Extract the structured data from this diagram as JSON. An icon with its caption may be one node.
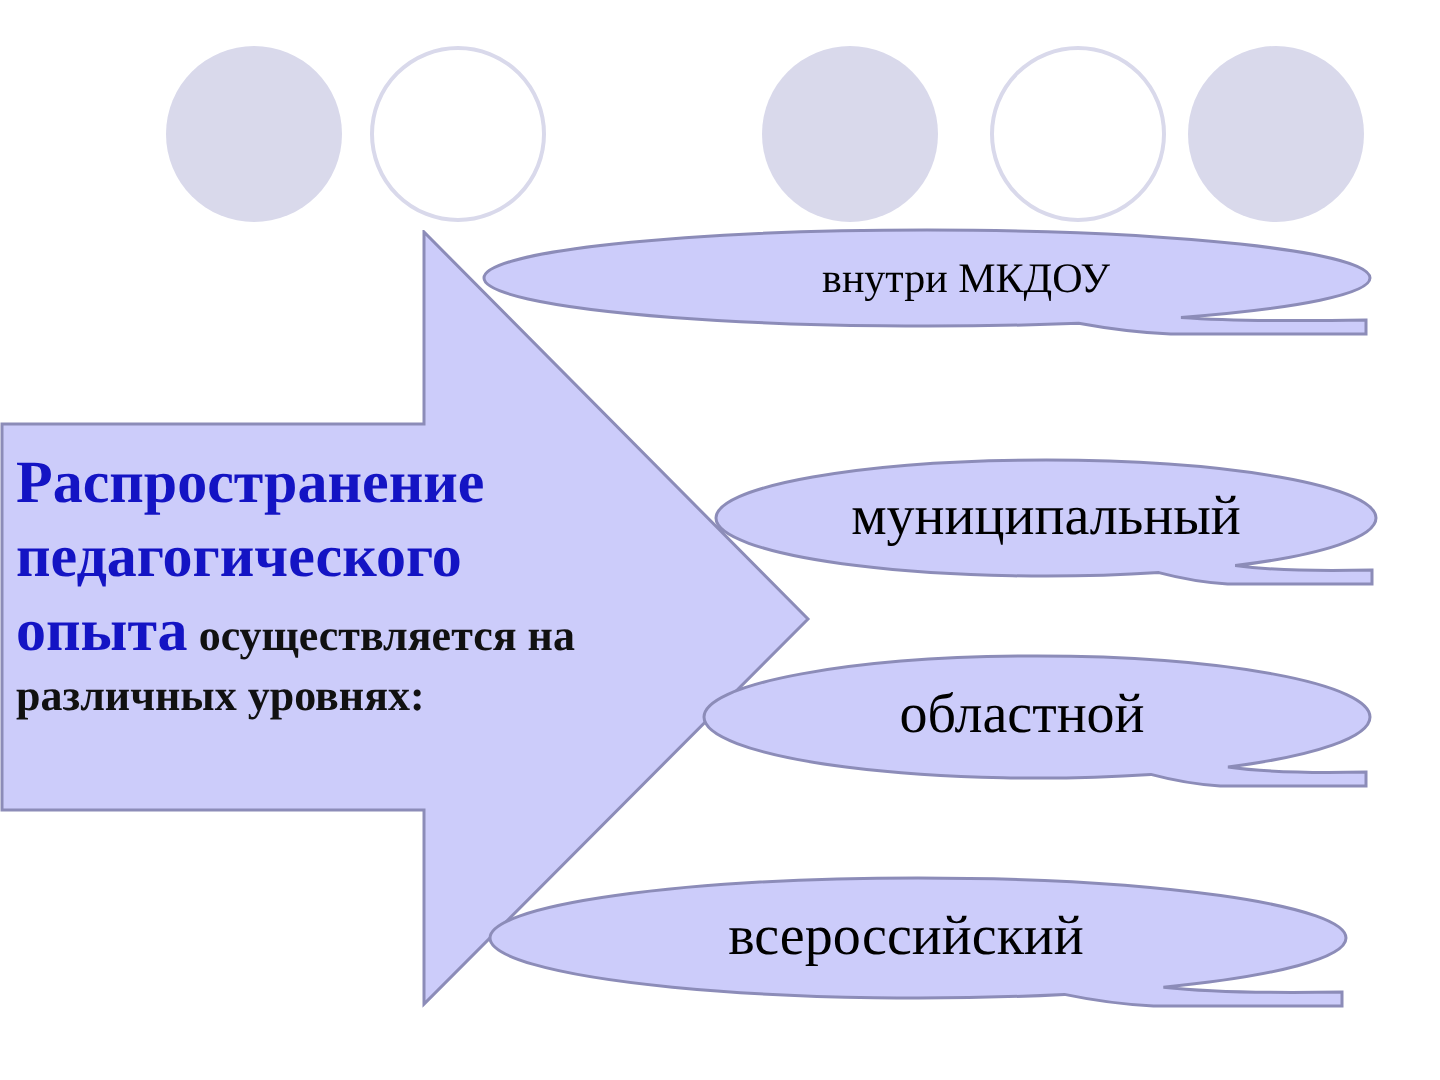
{
  "diagram": {
    "nodes": [
      {
        "text": [
          "Распространение педагогического опыта",
          "осуществляется на различных уровнях:"
        ]
      },
      {
        "text": [
          "внутри МКДОУ"
        ]
      },
      {
        "text": [
          "муниципальный"
        ]
      },
      {
        "text": [
          "областной"
        ]
      },
      {
        "text": [
          "всероссийский"
        ]
      }
    ]
  }
}
